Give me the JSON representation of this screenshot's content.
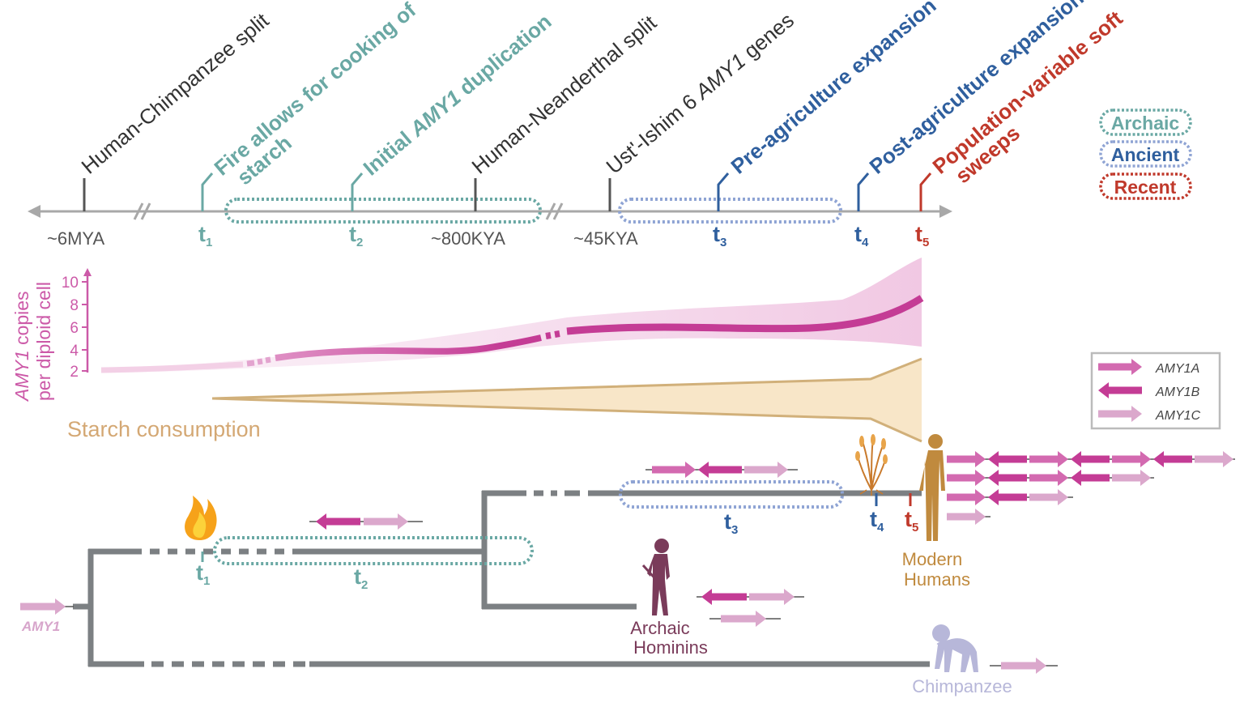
{
  "timeline": {
    "events": [
      {
        "key": "human_chimp",
        "text": "Human-Chimpanzee split",
        "color": "#333333"
      },
      {
        "key": "fire",
        "lines": [
          "Fire allows for cooking of",
          "starch"
        ],
        "color": "#6aa8a4"
      },
      {
        "key": "initial",
        "pre": "Initial ",
        "gene": "AMY1",
        "post": " duplication",
        "color": "#6aa8a4"
      },
      {
        "key": "human_nean",
        "text": "Human-Neanderthal split",
        "color": "#333333"
      },
      {
        "key": "ust",
        "pre": "Ust'-Ishim 6 ",
        "gene": "AMY1",
        "post": " genes",
        "color": "#333333"
      },
      {
        "key": "preag",
        "text": "Pre-agriculture expansion",
        "color": "#2f5f9e"
      },
      {
        "key": "postag",
        "text": "Post-agriculture expansion",
        "color": "#2f5f9e"
      },
      {
        "key": "popvar",
        "lines": [
          "Population-variable soft",
          "sweeps"
        ],
        "color": "#c0392b"
      }
    ],
    "tick_labels": [
      "~6MYA",
      "~800KYA",
      "~45KYA"
    ],
    "time_points": [
      {
        "main": "t",
        "sub": "1",
        "color": "#6aa8a4"
      },
      {
        "main": "t",
        "sub": "2",
        "color": "#6aa8a4"
      },
      {
        "main": "t",
        "sub": "3",
        "color": "#2f5f9e"
      },
      {
        "main": "t",
        "sub": "4",
        "color": "#2f5f9e"
      },
      {
        "main": "t",
        "sub": "5",
        "color": "#c0392b"
      }
    ]
  },
  "period_legend": [
    {
      "label": "Archaic",
      "color": "#6aa8a4"
    },
    {
      "label": "Ancient",
      "color": "#2f5f9e"
    },
    {
      "label": "Recent",
      "color": "#c0392b"
    }
  ],
  "copy_axis": {
    "title_gene": "AMY1",
    "title_rest": " copies",
    "title_line2": "per diploid cell",
    "ticks": [
      "10",
      "8",
      "6",
      "4",
      "2"
    ]
  },
  "starch_label": "Starch consumption",
  "gene_legend": [
    {
      "label": "AMY1A",
      "direction": "right",
      "color": "#d36ab0"
    },
    {
      "label": "AMY1B",
      "direction": "left",
      "color": "#c43c95"
    },
    {
      "label": "AMY1C",
      "direction": "right",
      "color": "#dba8cc"
    }
  ],
  "tree": {
    "root_gene": "AMY1",
    "lineages": [
      {
        "key": "modern",
        "lines": [
          "Modern",
          "Humans"
        ],
        "color": "#c08a3e"
      },
      {
        "key": "archaic",
        "lines": [
          "Archaic",
          "Hominins"
        ],
        "color": "#7a3b5a"
      },
      {
        "key": "chimp",
        "lines": [
          "Chimpanzee"
        ],
        "color": "#b7b7d9"
      }
    ]
  },
  "colors": {
    "axis": "#a8a8a8",
    "branch": "#7c8083",
    "amy1a": "#d36ab0",
    "amy1b": "#c43c95",
    "amy1c": "#dba8cc",
    "copy_line": "#c43c95",
    "starch": "#f8e6c8",
    "starch_edge": "#d1b07a",
    "archaic": "#6aa8a4",
    "ancient": "#2f5f9e",
    "ancient_box": "#8fa4d4",
    "recent": "#c0392b"
  }
}
